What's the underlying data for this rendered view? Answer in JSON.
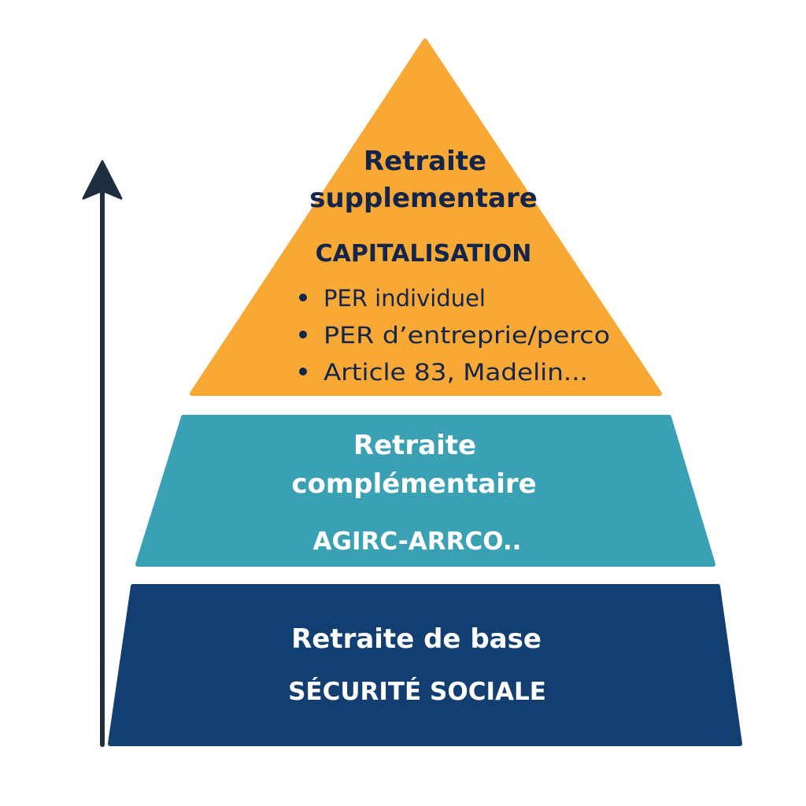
{
  "colors": {
    "top_tier": "#F8A834",
    "middle_tier": "#3AA1B4",
    "bottom_tier": "#123E72",
    "arrow": "#1F2E40",
    "dark_text": "#13254A",
    "light_text": "#FFFFFF"
  },
  "arrow": {
    "icon": "up-arrow-icon"
  },
  "top": {
    "title_line1": "Retraite",
    "title_line2": "supplementare",
    "subtitle": "CAPITALISATION",
    "bullets": [
      "PER individuel",
      "PER d’entreprie/perco",
      "Article 83, Madelin..."
    ]
  },
  "middle": {
    "title_line1": "Retraite",
    "title_line2": "complémentaire",
    "subtitle": "AGIRC-ARRCO.."
  },
  "bottom": {
    "title": "Retraite de base",
    "subtitle": "SÉCURITÉ SOCIALE"
  }
}
